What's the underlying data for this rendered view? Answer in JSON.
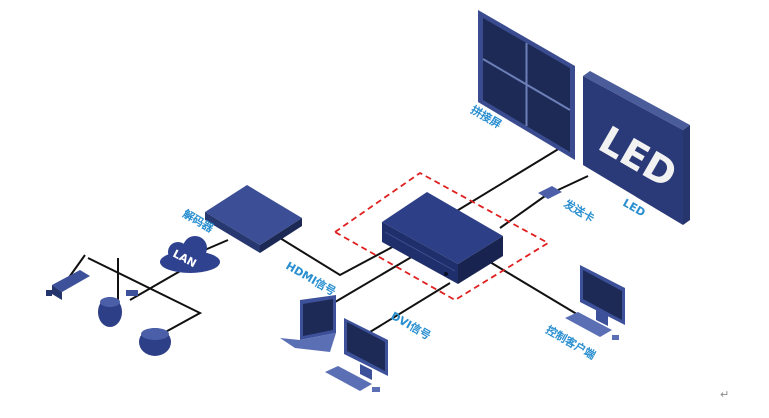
{
  "labels": {
    "video_wall": "拼接屏",
    "led": "LED",
    "led_screen_text": "LED",
    "sending_card": "发送卡",
    "decoder": "解码器",
    "lan": "LAN",
    "hdmi": "HDMI信号",
    "dvi": "DVI信号",
    "client": "控制客户端"
  },
  "return_mark": "↵",
  "colors": {
    "device": "#1f2f6b",
    "device_top": "#2d3f86",
    "label": "#2a8fd0",
    "dashed_box": "#e02020"
  }
}
